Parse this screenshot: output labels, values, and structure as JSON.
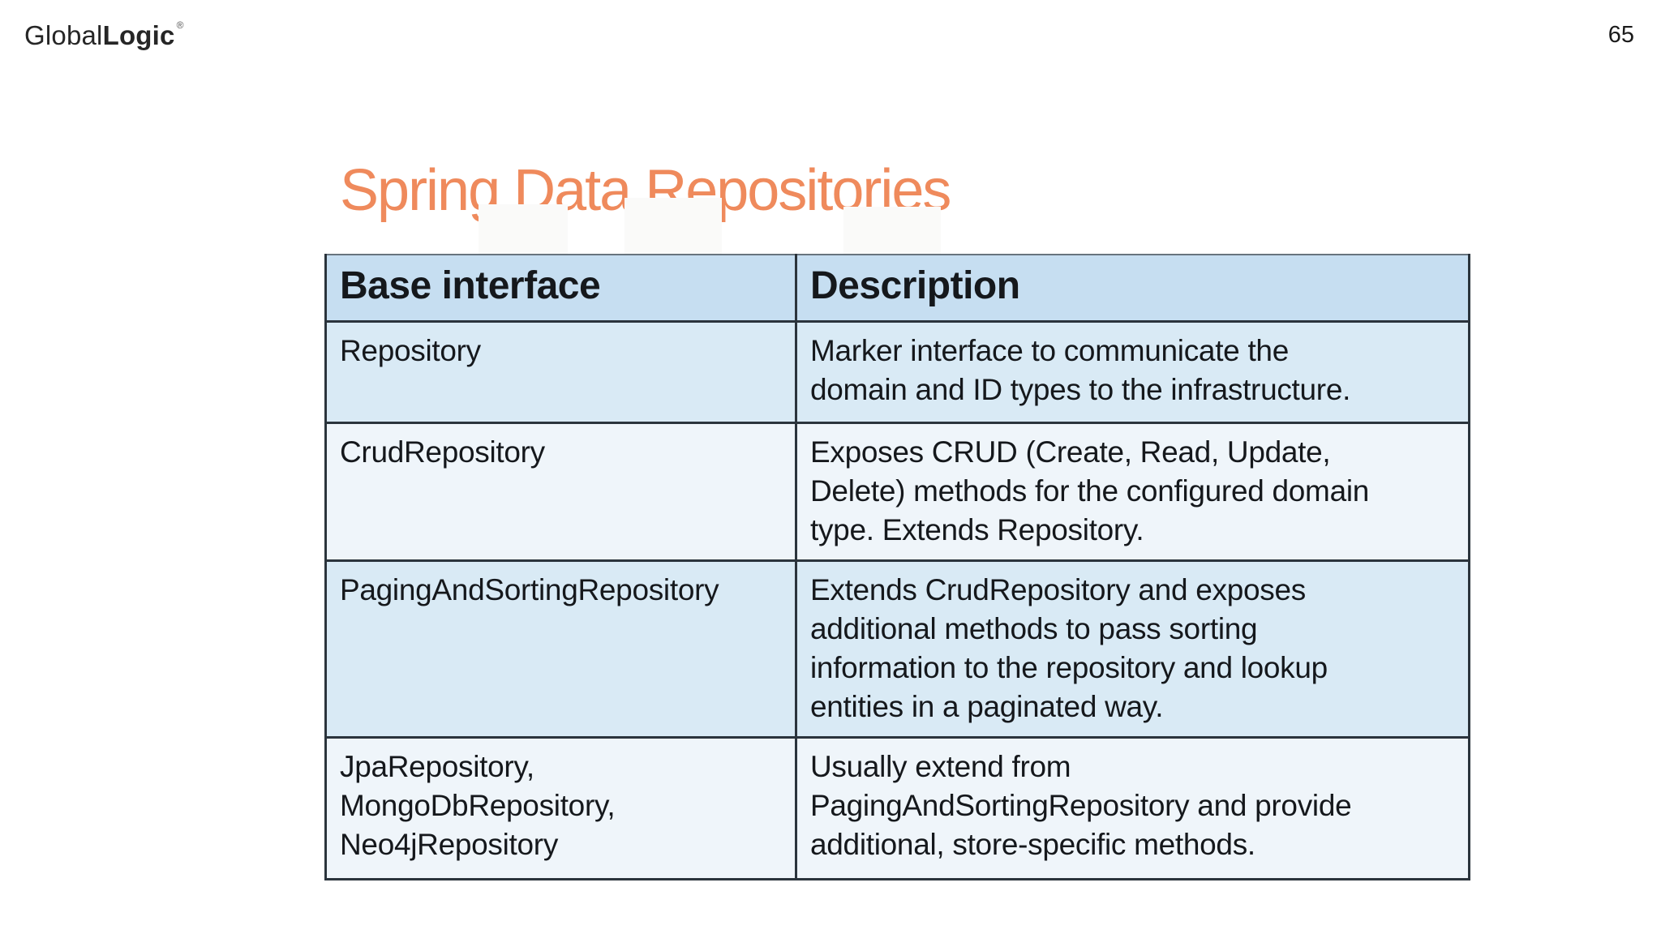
{
  "page": {
    "logo_global": "Global",
    "logo_logic": "Logic",
    "logo_trademark": "®",
    "page_number": "65",
    "title": "Spring Data Repositories"
  },
  "table": {
    "columns": [
      "Base interface",
      "Description"
    ],
    "rows": [
      {
        "base_interface": "Repository",
        "description": "Marker interface to communicate the\ndomain and ID types to the infrastructure."
      },
      {
        "base_interface": "CrudRepository",
        "description": "Exposes CRUD (Create, Read, Update,\nDelete) methods for the configured domain\ntype. Extends Repository."
      },
      {
        "base_interface": "PagingAndSortingRepository",
        "description": "Extends CrudRepository and exposes\nadditional methods to pass sorting\ninformation to the repository and lookup\nentities in a paginated way."
      },
      {
        "base_interface": "JpaRepository,\nMongoDbRepository,\nNeo4jRepository",
        "description": "Usually extend from\nPagingAndSortingRepository and provide\nadditional, store-specific methods."
      }
    ]
  },
  "colors": {
    "title_orange": "#EF8A5C",
    "header_bg": "#C6DEF1",
    "row_blue_bg": "#D9EAF5",
    "row_light_bg": "#EFF5FA",
    "border_dark": "#2B343C",
    "logo_text": "#262626"
  }
}
